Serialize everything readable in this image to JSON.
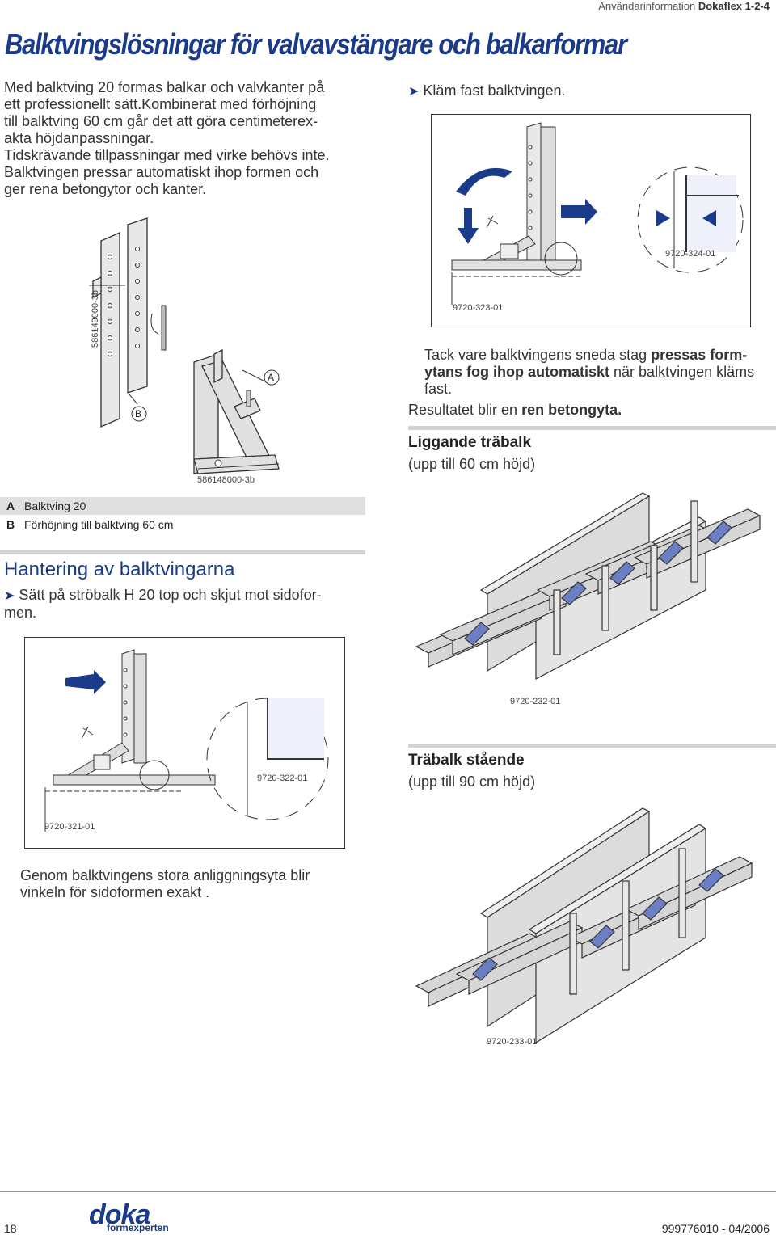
{
  "header": {
    "prefix": "Användarinformation",
    "product": "Dokaflex 1-2-4"
  },
  "title": "Balktvingslösningar för valvavstängare och balkarformar",
  "intro": [
    "Med balktving 20 formas balkar och valvkanter på",
    "ett professionellt sätt.Kombinerat med förhöjning",
    "till balktving 60 cm går det att göra centimeterex-",
    "akta höjdanpassningar.",
    "Tidskrävande tillpassningar med virke behövs inte.",
    "Balktvingen pressar automatiskt ihop formen och",
    "ger rena betongytor och kanter."
  ],
  "figure_codes": {
    "fig1": "586149000-3b",
    "fig2": "586148000-3b",
    "fig3": "9720-323-01",
    "fig4": "9720-324-01",
    "fig5": "9720-321-01",
    "fig6": "9720-322-01",
    "fig7": "9720-232-01",
    "fig8": "9720-233-01"
  },
  "labels": {
    "a": "A",
    "b": "B"
  },
  "legend": [
    {
      "key": "A",
      "text": "Balktving 20"
    },
    {
      "key": "B",
      "text": "Förhöjning till balktving 60 cm"
    }
  ],
  "step_clamp": "Kläm fast balktvingen.",
  "clamp_text": {
    "l1a": "Tack vare balktvingens sneda stag ",
    "l1b": "pressas form-",
    "l2a": "ytans fog ihop automatiskt",
    "l2b": " när balktvingen kläms",
    "l3": "fast.",
    "r1": "Resultatet blir en ",
    "r2": "ren betongyta."
  },
  "lying": {
    "title": "Liggande träbalk",
    "sub": "(upp till 60 cm höjd)"
  },
  "standing": {
    "title": "Träbalk stående",
    "sub": "(upp till 90 cm höjd)"
  },
  "handling": {
    "title": "Hantering av balktvingarna",
    "step1": "Sätt på ströbalk H 20 top och skjut mot sidofor-",
    "step2": "men."
  },
  "angle_text": [
    "Genom balktvingens stora anliggningsyta blir",
    "vinkeln för sidoformen exakt ."
  ],
  "footer": {
    "page": "18",
    "logo": "doka",
    "tagline": "formexperten",
    "docno": "999776010",
    "date": "- 04/2006"
  },
  "colors": {
    "brand": "#1a3a8a",
    "accent": "#6b7fc4",
    "beam": "#d9d9d9"
  }
}
